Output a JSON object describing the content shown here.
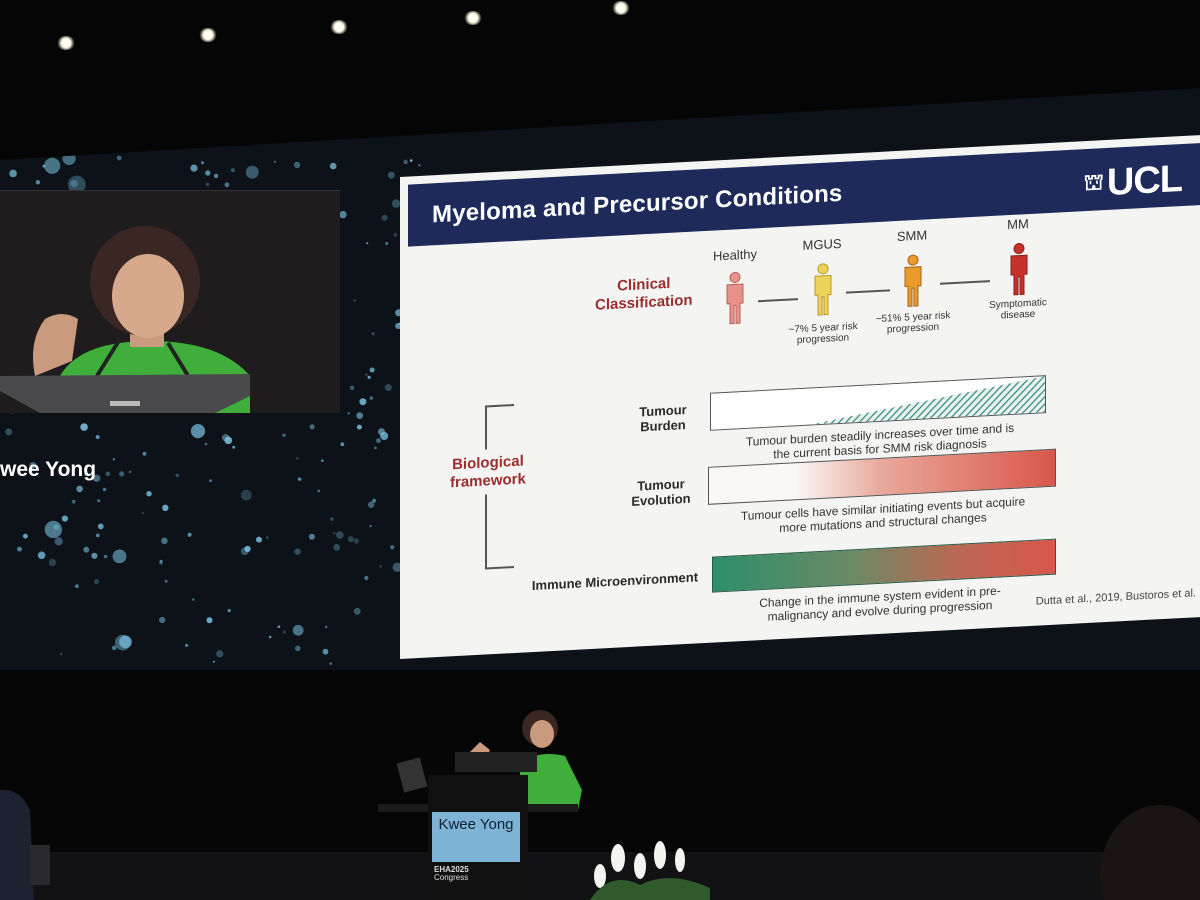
{
  "speaker": {
    "name_overlay": "wee Yong",
    "podium_name": "Kwee Yong",
    "podium_logo_line1": "EHA2025",
    "podium_logo_line2": "Congress"
  },
  "slide": {
    "title": "Myeloma and Precursor Conditions",
    "logo": "UCL",
    "clinical_label_line1": "Clinical",
    "clinical_label_line2": "Classification",
    "stages": [
      {
        "label": "Healthy",
        "color": "#e8928a",
        "note_line1": "",
        "note_line2": ""
      },
      {
        "label": "MGUS",
        "color": "#eed35a",
        "note_line1": "~7% 5 year risk",
        "note_line2": "progression"
      },
      {
        "label": "SMM",
        "color": "#e89a2c",
        "note_line1": "~51% 5 year risk",
        "note_line2": "progression"
      },
      {
        "label": "MM",
        "color": "#c8302c",
        "note_line1": "Symptomatic",
        "note_line2": "disease"
      }
    ],
    "biological_label_line1": "Biological",
    "biological_label_line2": "framework",
    "rows": [
      {
        "label_line1": "Tumour",
        "label_line2": "Burden",
        "caption_line1": "Tumour burden steadily increases over time and is",
        "caption_line2": "the current basis for SMM risk diagnosis"
      },
      {
        "label_line1": "Tumour",
        "label_line2": "Evolution",
        "caption_line1": "Tumour cells have similar initiating events but acquire",
        "caption_line2": "more mutations and structural changes"
      },
      {
        "label_line1": "Immune Microenvironment",
        "label_line2": "",
        "caption_line1": "Change in the immune system evident in pre-",
        "caption_line2": "malignancy and evolve during progression"
      }
    ],
    "citation": "Dutta et al., 2019, Bustoros et al."
  },
  "colors": {
    "header": "#1e2a5a",
    "accent_maroon": "#9a2e2e",
    "burden_hatch": "#2f8a78",
    "evolution_end": "#d9574b",
    "immune_start": "#2e8e6a",
    "immune_end": "#d9574b"
  }
}
